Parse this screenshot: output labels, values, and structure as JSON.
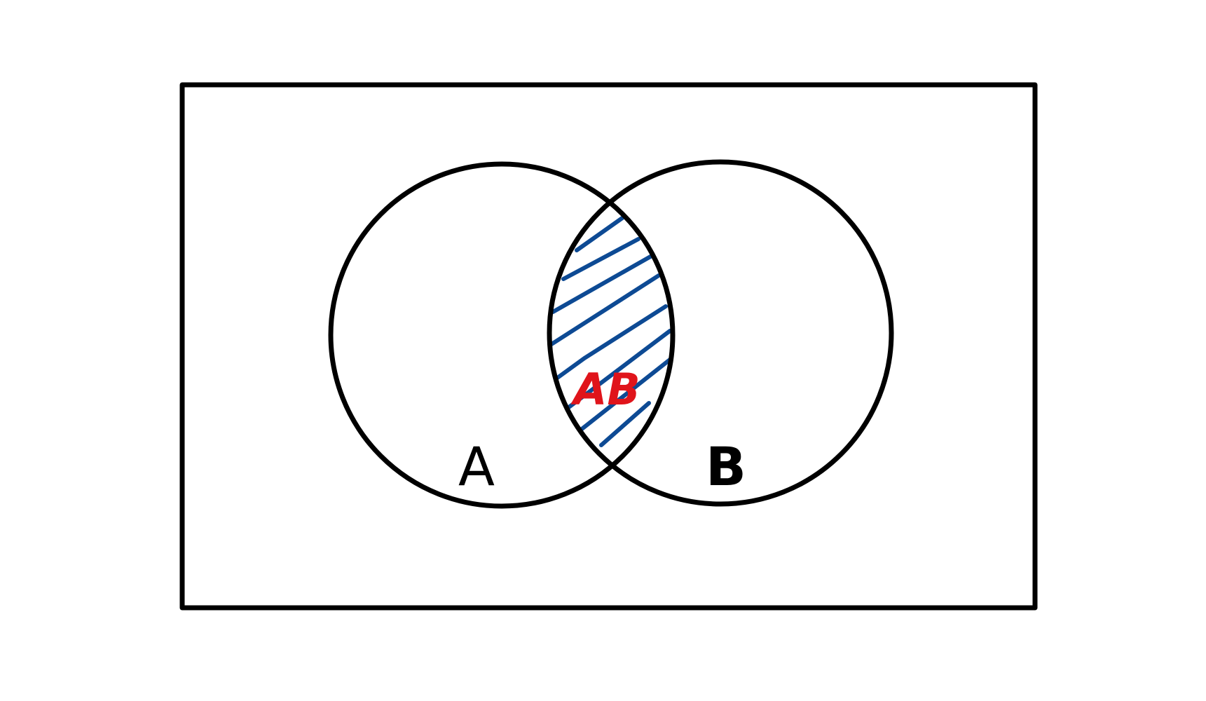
{
  "diagram": {
    "type": "venn",
    "sets": [
      {
        "id": "A",
        "label": "A"
      },
      {
        "id": "B",
        "label": "B"
      }
    ],
    "intersection": {
      "label": "AB",
      "shaded": true
    },
    "colors": {
      "outline": "#000000",
      "hatch": "#0d4a94",
      "intersection_label": "#e0141b",
      "background": "#ffffff"
    }
  }
}
